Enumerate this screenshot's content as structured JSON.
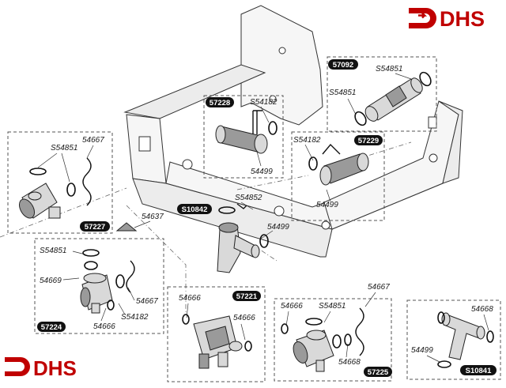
{
  "brand": {
    "name": "DHS",
    "color": "#c00000"
  },
  "groups": [
    {
      "code": "57092",
      "parts": [
        "S54851",
        "S54851"
      ]
    },
    {
      "code": "57228",
      "parts": [
        "S54182",
        "54499"
      ]
    },
    {
      "code": "57229",
      "parts": [
        "S54182",
        "54499"
      ]
    },
    {
      "code": "57227",
      "parts": [
        "S54851",
        "54667"
      ]
    },
    {
      "code": "S10842",
      "parts": [
        "S54852",
        "54499",
        "54637"
      ]
    },
    {
      "code": "57224",
      "parts": [
        "S54851",
        "54669",
        "54667",
        "54666",
        "S54182"
      ]
    },
    {
      "code": "57221",
      "parts": [
        "54666",
        "54666"
      ]
    },
    {
      "code": "57225",
      "parts": [
        "54666",
        "S54851",
        "54667",
        "54668"
      ]
    },
    {
      "code": "S10841",
      "parts": [
        "54668",
        "54499"
      ]
    }
  ]
}
